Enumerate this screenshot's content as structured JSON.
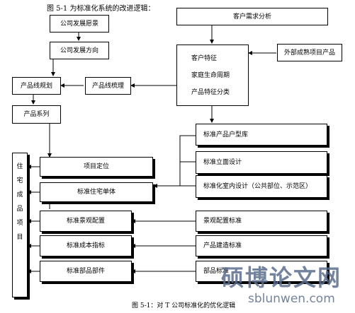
{
  "title": "图 5-1 为标准化系统的改进逻辑：",
  "caption": "图 5-1：对 T 公司标准化的优化逻辑",
  "nodes": {
    "company_dev_vision": "公司发展愿景",
    "company_dev_direction": "公司发展方向",
    "product_line_plan": "产品线规划",
    "product_line_sort": "产品线梳理",
    "product_series": "产品系列",
    "customer_demand": "客户需求分析",
    "customer_feature": "客户特征",
    "family_lifecycle": "家庭生命周期",
    "product_feature_class": "产品特征分类",
    "external_products": "外部成熟项目产品",
    "std_unit_library": "标准产品户型库",
    "std_facade": "标准立面设计",
    "std_interior": "标准化室内设计（公共部位、示范区）",
    "project_position": "项目定位",
    "std_housing_unit": "标准住宅单体",
    "std_landscape_config": "标准景观配置",
    "landscape_standard": "景观配置标准",
    "std_cost_index": "标准成本指标",
    "product_build_standard": "产品建造标准",
    "std_parts": "标准部品部件",
    "parts_standard": "部品标准"
  },
  "residential_vertical": [
    "住",
    "宅",
    "成",
    "品",
    "项",
    "目"
  ],
  "watermark": {
    "cn": "硕博论文网",
    "en": "sblunwen.com"
  }
}
